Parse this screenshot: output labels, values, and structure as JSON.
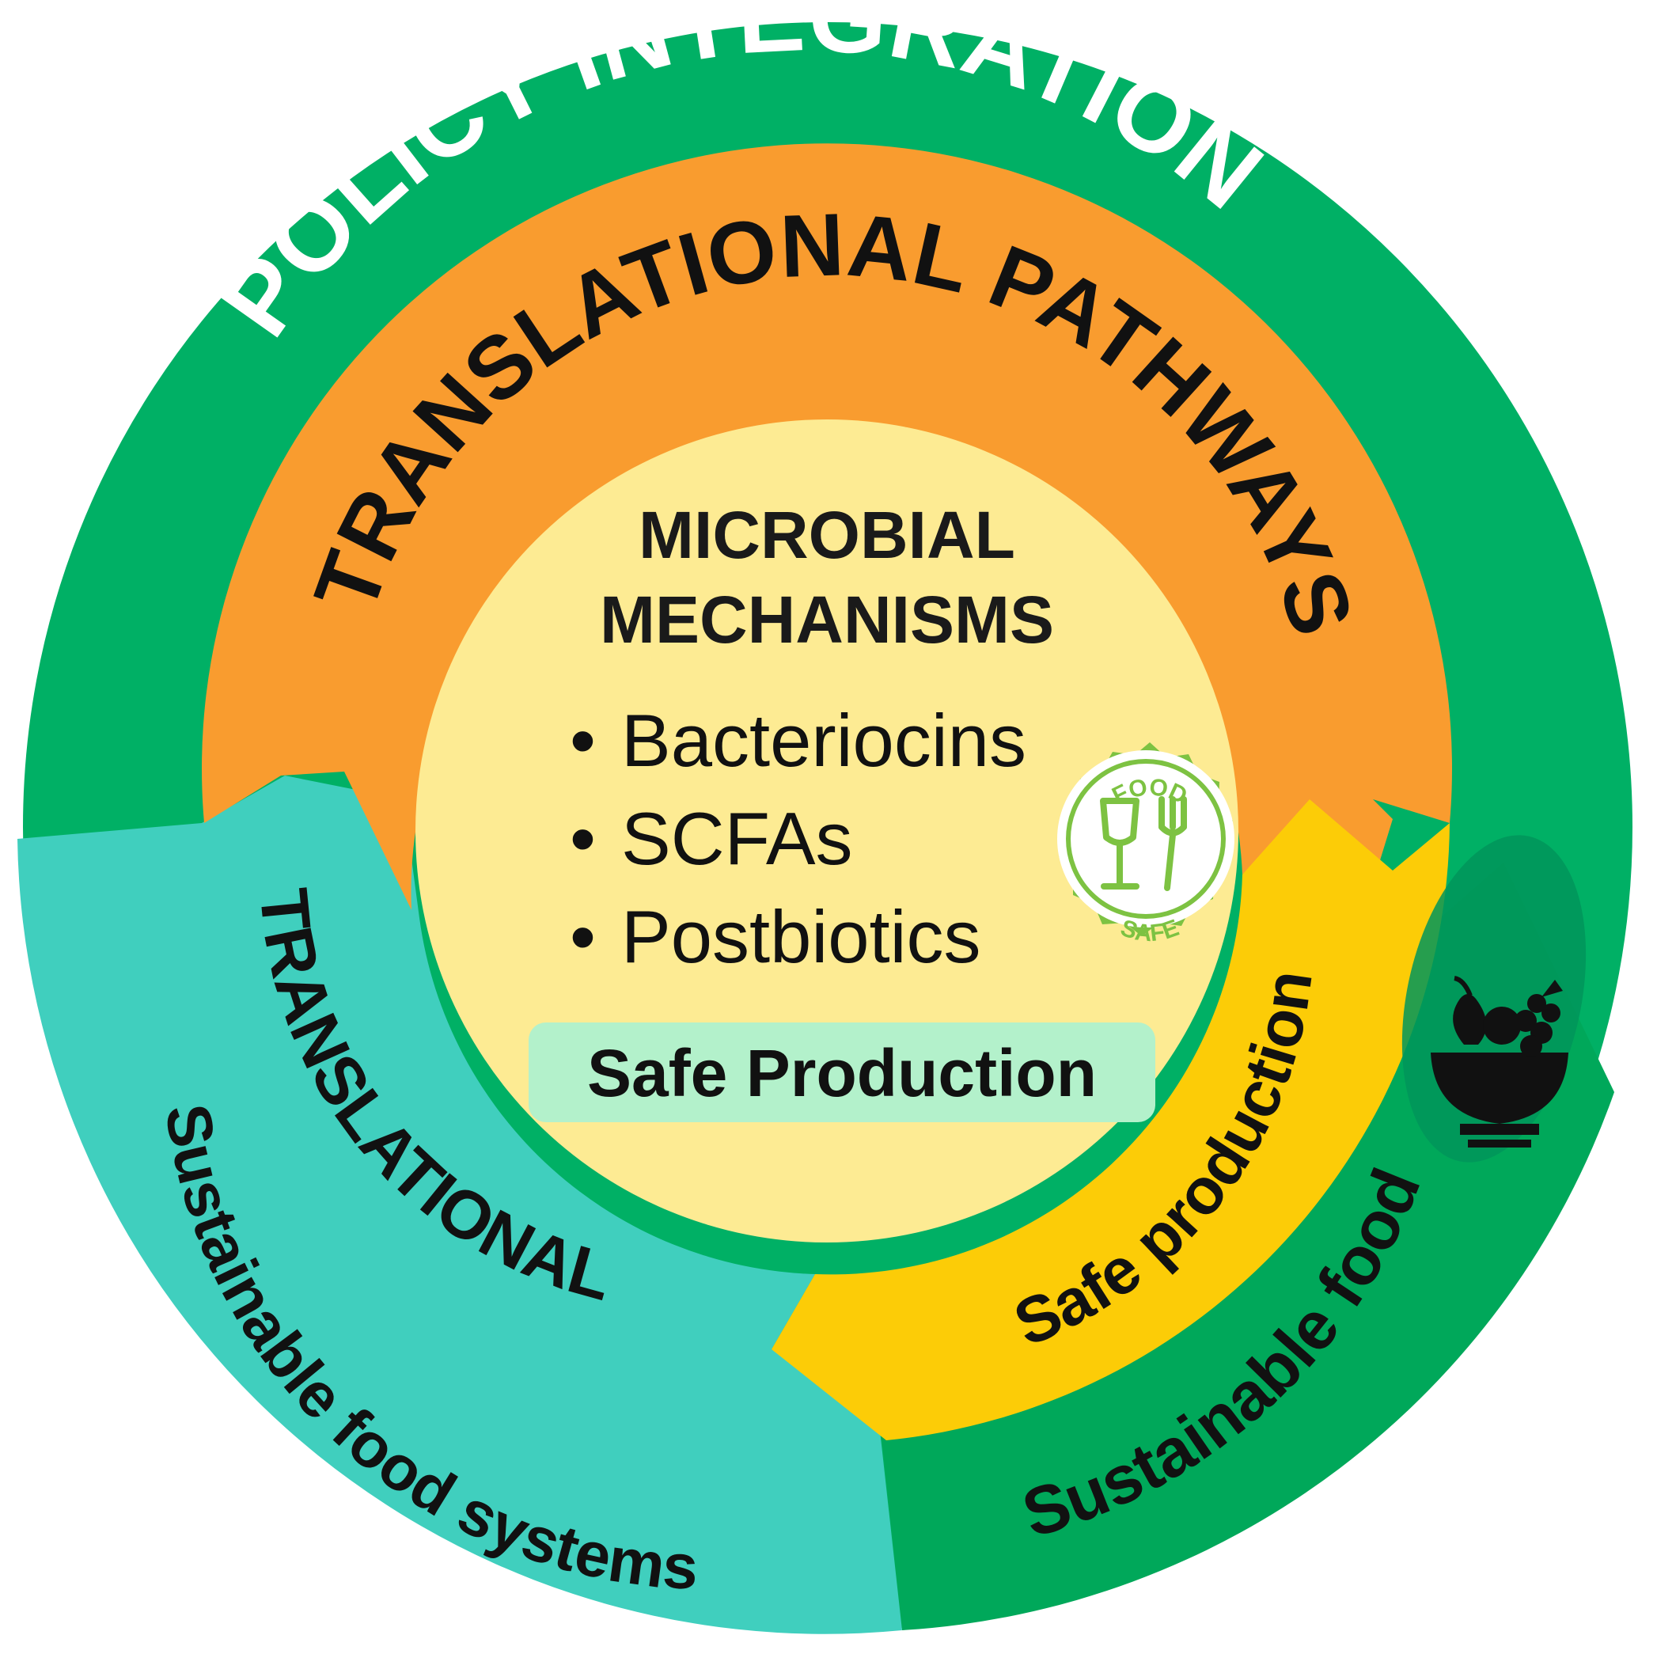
{
  "outer_ring": {
    "label": "POLICY INTEGRATION",
    "color": "#00b065"
  },
  "orange_ring": {
    "label": "TRANSLATIONAL PATHWAYS",
    "color": "#f99c2f"
  },
  "teal_section": {
    "title": "TRANSLATIONAL",
    "subtitle": "Sustainable food systems",
    "color": "#40cfbe"
  },
  "yellow_section": {
    "label": "Safe production",
    "color": "#fccc07"
  },
  "dark_green_section": {
    "label": "Sustainable food",
    "color": "#00a85a",
    "icon": "fruit-bowl-icon"
  },
  "core": {
    "title_line1": "MICROBIAL",
    "title_line2": "MECHANISMS",
    "bullet_char": "•",
    "items": [
      "Bacteriocins",
      "SCFAs",
      "Postbiotics"
    ],
    "box_label": "Safe Production",
    "color": "#fdeb93",
    "box_color": "#b3f1cb"
  },
  "badge": {
    "top_text": "FOOD",
    "bottom_text": "SAFE",
    "icon": "glass-fork-icon",
    "color": "#7dc242"
  }
}
